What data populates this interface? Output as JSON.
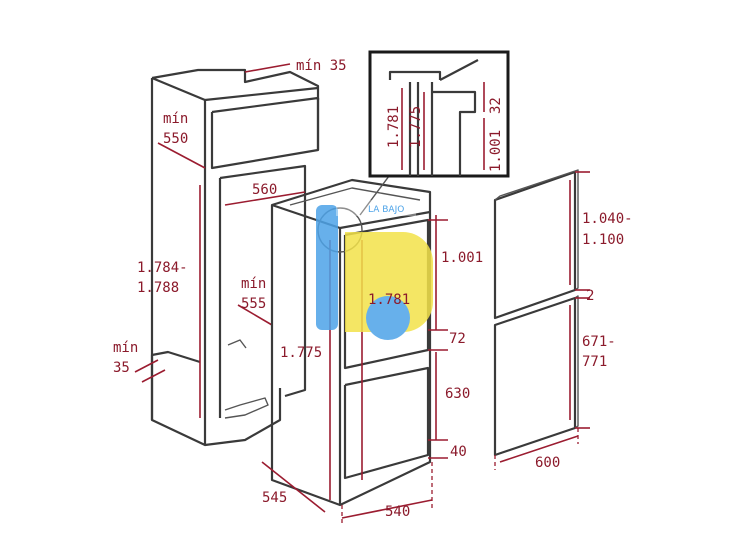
{
  "labels": {
    "min35_top": "mín 35",
    "min550_a": "mín",
    "min550_b": "550",
    "d560": "560",
    "d1784_a": "1.784-",
    "d1784_b": "1.788",
    "min555_a": "mín",
    "min555_b": "555",
    "min35_left_a": "mín",
    "min35_left_b": "35",
    "d1775_main": "1.775",
    "d1781_main": "1.781",
    "d1001_main": "1.001",
    "d72": "72",
    "d630": "630",
    "d40": "40",
    "d545": "545",
    "d540": "540",
    "detail_1781": "1.781",
    "detail_1775": "1.775",
    "detail_32": "32",
    "detail_1001": "1.001",
    "door_1040_a": "1.040-",
    "door_1040_b": "1.100",
    "door_2": "2",
    "door_671_a": "671-",
    "door_671_b": "771",
    "d600": "600"
  },
  "colors": {
    "dimension": "#8b1a2b",
    "outline": "#3a3a3a",
    "logo_blue": "#4da3e8",
    "logo_yellow": "#f3e24a"
  },
  "logo": {
    "icon": "brand-logo-watermark",
    "text": "LA BAJO"
  }
}
